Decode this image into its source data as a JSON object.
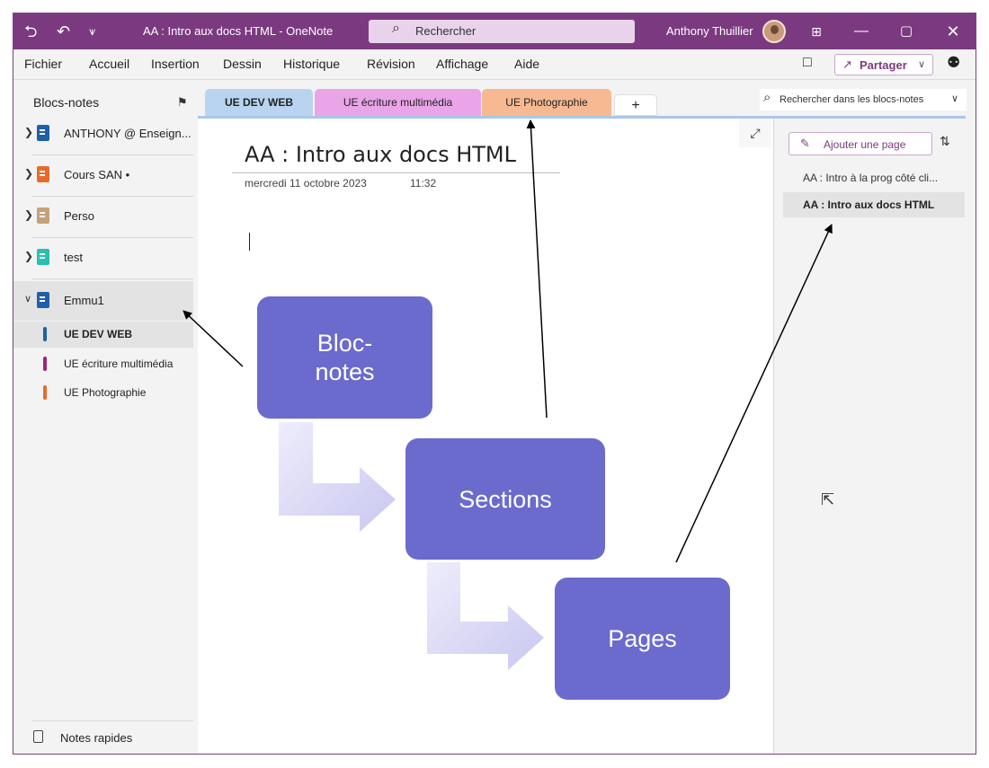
{
  "titlebar": {
    "doc_title": "AA : Intro aux docs HTML  -  OneNote",
    "search_placeholder": "Rechercher",
    "user_name": "Anthony Thuillier"
  },
  "menu": {
    "items": [
      "Fichier",
      "Accueil",
      "Insertion",
      "Dessin",
      "Historique",
      "Révision",
      "Affichage",
      "Aide"
    ],
    "share_label": "Partager"
  },
  "left_panel": {
    "header": "Blocs-notes",
    "notebooks": [
      {
        "label": "ANTHONY @ Enseign...",
        "color": "#1f5fa8",
        "expanded": false
      },
      {
        "label": "Cours SAN  •",
        "color": "#e86a2a",
        "expanded": false
      },
      {
        "label": "Perso",
        "color": "#c7a07a",
        "expanded": false
      },
      {
        "label": "test",
        "color": "#2bbfb0",
        "expanded": false
      },
      {
        "label": "Emmu1",
        "color": "#1f5fa8",
        "expanded": true
      }
    ],
    "sections": [
      {
        "label": "UE DEV WEB",
        "color": "#1f5fa8",
        "selected": true
      },
      {
        "label": "UE écriture multimédia",
        "color": "#a0237e",
        "selected": false
      },
      {
        "label": "UE Photographie",
        "color": "#e86a2a",
        "selected": false
      }
    ],
    "quick_notes": "Notes rapides"
  },
  "tabs": [
    {
      "label": "UE DEV WEB",
      "bg": "#b8d4f0",
      "bold": true
    },
    {
      "label": "UE écriture multimédia",
      "bg": "#e9a5e8",
      "bold": false
    },
    {
      "label": "UE Photographie",
      "bg": "#f7b992",
      "bold": false
    },
    {
      "label": "+",
      "bg": "#ffffff",
      "bold": false
    }
  ],
  "page": {
    "title": "AA : Intro aux docs HTML",
    "date": "mercredi 11 octobre 2023",
    "time": "11:32"
  },
  "right_panel": {
    "search_placeholder": "Rechercher dans les blocs-notes",
    "add_page": "Ajouter une page",
    "pages": [
      {
        "label": "AA : Intro à la prog côté cli...",
        "selected": false
      },
      {
        "label": "AA : Intro aux docs HTML",
        "selected": true
      }
    ]
  },
  "diagram": {
    "boxes": [
      "Bloc-\nnotes",
      "Sections",
      "Pages"
    ],
    "box_color": "#6b6acd",
    "arrow_color": "#d6d4f2"
  }
}
